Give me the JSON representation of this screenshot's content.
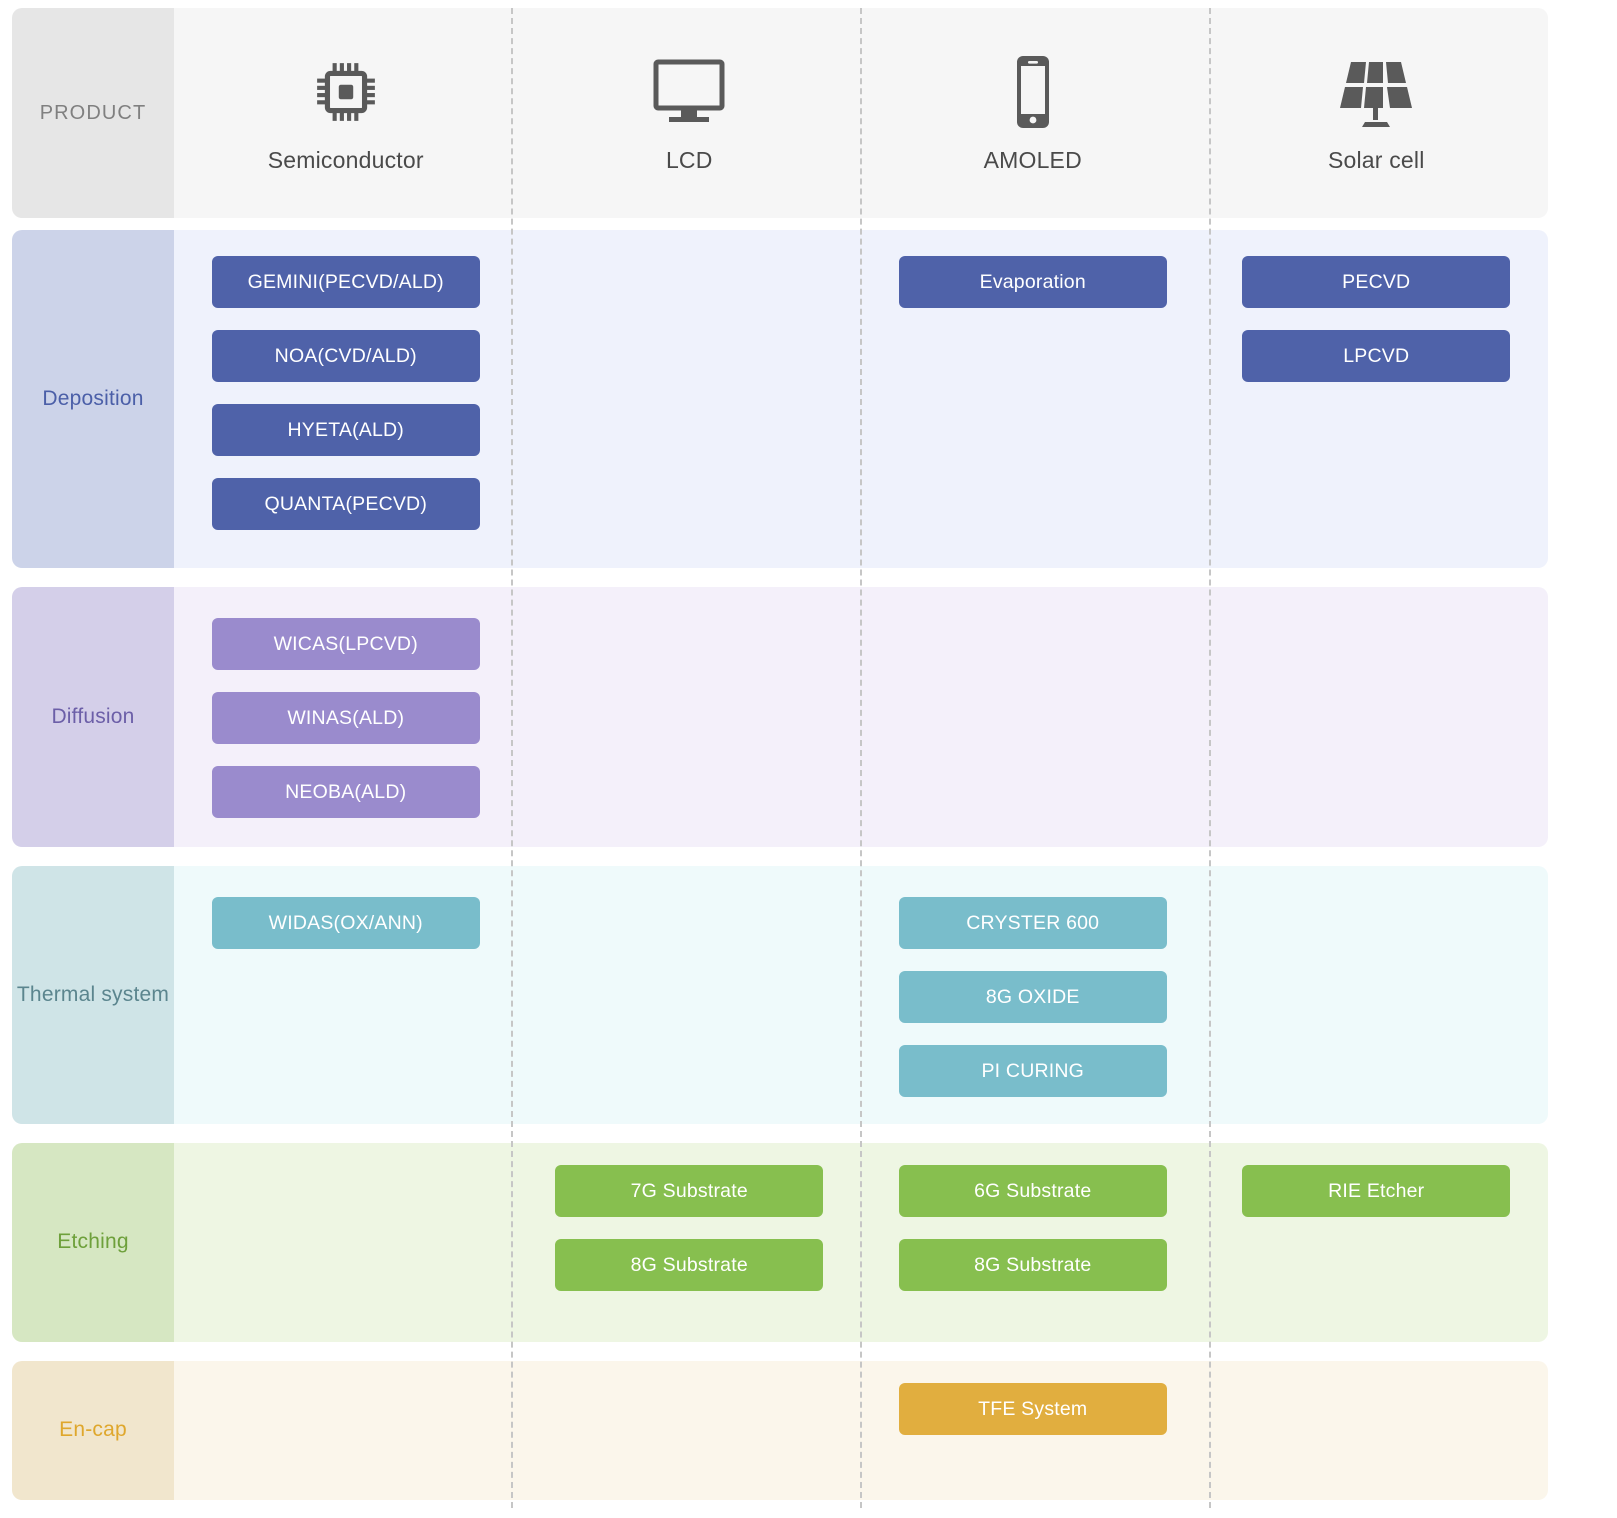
{
  "header": {
    "label": "PRODUCT",
    "columns": [
      {
        "label": "Semiconductor",
        "icon": "cpu-chip-icon"
      },
      {
        "label": "LCD",
        "icon": "monitor-icon"
      },
      {
        "label": "AMOLED",
        "icon": "smartphone-icon"
      },
      {
        "label": "Solar cell",
        "icon": "solar-panel-icon"
      }
    ]
  },
  "colors": {
    "header_label_bg": "#e6e6e6",
    "header_body_bg": "#f6f6f6",
    "deposition_chip": "#4f62a9",
    "diffusion_chip": "#9a8bcd",
    "thermal_chip": "#79bdcb",
    "etching_chip": "#87bf4f",
    "encap_chip": "#e1ae3f",
    "divider": "#c6c6c6"
  },
  "rows": [
    {
      "label": "Deposition",
      "cells": [
        [
          "GEMINI(PECVD/ALD)",
          "NOA(CVD/ALD)",
          "HYETA(ALD)",
          "QUANTA(PECVD)"
        ],
        [],
        [
          "Evaporation"
        ],
        [
          "PECVD",
          "LPCVD"
        ]
      ]
    },
    {
      "label": "Diffusion",
      "cells": [
        [
          "WICAS(LPCVD)",
          "WINAS(ALD)",
          "NEOBA(ALD)"
        ],
        [],
        [],
        []
      ]
    },
    {
      "label": "Thermal system",
      "cells": [
        [
          "WIDAS(OX/ANN)"
        ],
        [],
        [
          "CRYSTER 600",
          "8G OXIDE",
          "PI CURING"
        ],
        []
      ]
    },
    {
      "label": "Etching",
      "cells": [
        [],
        [
          "7G Substrate",
          "8G Substrate"
        ],
        [
          "6G Substrate",
          "8G Substrate"
        ],
        [
          "RIE Etcher"
        ]
      ]
    },
    {
      "label": "En-cap",
      "cells": [
        [],
        [],
        [
          "TFE System"
        ],
        []
      ]
    }
  ]
}
